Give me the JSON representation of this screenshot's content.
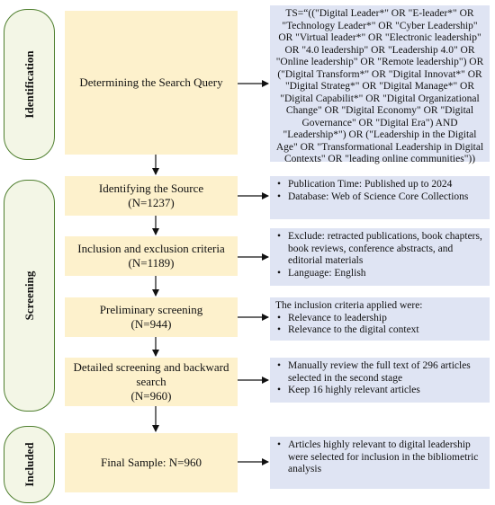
{
  "stages": {
    "identification": "Identification",
    "screening": "Screening",
    "included": "Included"
  },
  "steps": {
    "search_query": {
      "line1": "Determining the Search Query"
    },
    "source": {
      "line1": "Identifying the Source",
      "line2": "(N=1237)"
    },
    "criteria": {
      "line1": "Inclusion and exclusion criteria",
      "line2": "(N=1189)"
    },
    "preliminary": {
      "line1": "Preliminary screening",
      "line2": "(N=944)"
    },
    "detailed": {
      "line1": "Detailed screening and backward",
      "line2": "search",
      "line3": "(N=960)"
    },
    "final": {
      "line1": "Final Sample: N=960"
    }
  },
  "details": {
    "query": "TS=“((\"Digital Leader*\" OR \"E-leader*\" OR \"Technology Leader*\" OR \"Cyber Leadership\" OR \"Virtual leader*\" OR \"Electronic leadership\" OR \"4.0 leadership\" OR \"Leadership 4.0\" OR \"Online leadership\" OR \"Remote leadership\") OR (\"Digital Transform*\" OR \"Digital Innovat*\" OR \"Digital Strateg*\" OR \"Digital Manage*\" OR \"Digital Capabilit*\" OR \"Digital Organizational Change\" OR \"Digital Economy\" OR \"Digital Governance\" OR \"Digital Era\") AND \"Leadership*\") OR (\"Leadership in the Digital Age\" OR \"Transformational Leadership in Digital Contexts\" OR \"leading online communities\"))",
    "source_items": [
      "Publication Time: Published up to 2024",
      "Database: Web of Science Core Collections"
    ],
    "criteria_items": [
      "Exclude: retracted publications, book chapters, book reviews, conference abstracts, and editorial materials",
      "Language: English"
    ],
    "preliminary_lead": "The inclusion criteria applied were:",
    "preliminary_items": [
      "Relevance to leadership",
      "Relevance to the digital context"
    ],
    "detailed_items": [
      " Manually review the full text of 296 articles selected in the second stage",
      "Keep 16 highly relevant articles"
    ],
    "final_items": [
      "Articles highly relevant to digital leadership were selected for inclusion in the bibliometric analysis"
    ]
  },
  "colors": {
    "stage_border": "#4f7f2f",
    "stage_fill": "#f3f6e6",
    "step_fill": "#fdf1cc",
    "detail_fill": "#dfe4f3"
  }
}
